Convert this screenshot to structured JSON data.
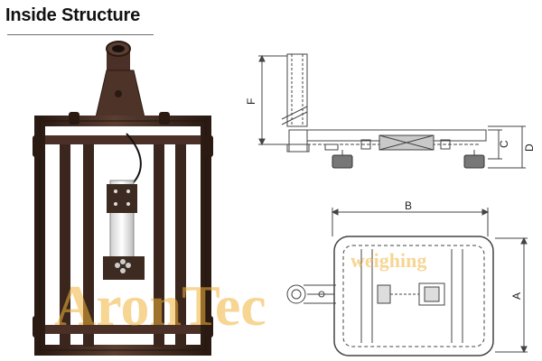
{
  "heading": "Inside Structure",
  "dimensions": {
    "a": "A",
    "b": "B",
    "c": "C",
    "d": "D",
    "f": "F"
  },
  "watermark": {
    "brand": "AronTec",
    "sub": "weighing",
    "color": "#f2b33a"
  },
  "colors": {
    "frame": "#3d2a20",
    "line": "#444444"
  }
}
